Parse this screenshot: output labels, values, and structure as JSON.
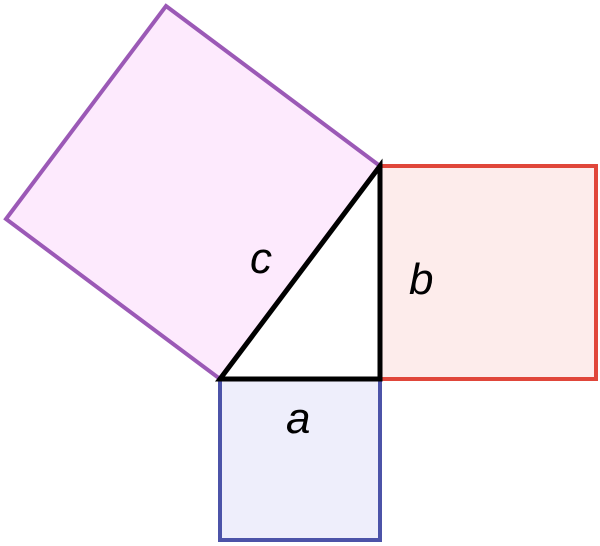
{
  "labels": {
    "a": "a",
    "b": "b",
    "c": "c"
  },
  "colors": {
    "square_a_fill": "#eeeefb",
    "square_a_stroke": "#4c53a8",
    "square_b_fill": "#fdeceb",
    "square_b_stroke": "#e0463a",
    "square_c_fill": "#fdeafd",
    "square_c_stroke": "#9b59b6",
    "triangle_fill": "#ffffff",
    "triangle_stroke": "#000000"
  }
}
